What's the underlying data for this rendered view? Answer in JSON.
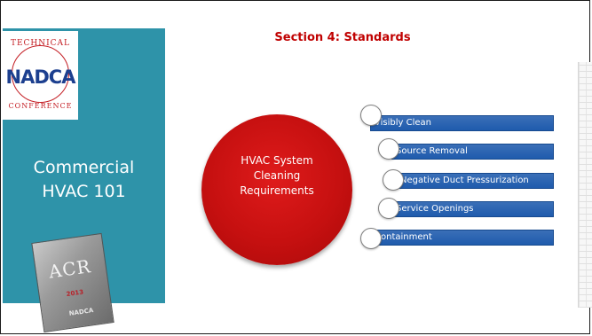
{
  "logo": {
    "top_text": "TECHNICAL",
    "brand": "NADCA",
    "bottom_text": "CONFERENCE"
  },
  "side_panel": {
    "title_line1": "Commercial",
    "title_line2": "HVAC 101",
    "color": "#2e93a9"
  },
  "book": {
    "title": "ACR",
    "year": "2013",
    "brand": "NADCA"
  },
  "slide": {
    "heading": "Section 4: Standards",
    "heading_color": "#c00000"
  },
  "center": {
    "line1": "HVAC System",
    "line2": "Cleaning",
    "line3": "Requirements",
    "color": "#c61010"
  },
  "items": [
    "Visibly Clean",
    "Source Removal",
    "Negative Duct Pressurization",
    "Service Openings",
    "Containment"
  ],
  "item_color": "#1f5bad"
}
